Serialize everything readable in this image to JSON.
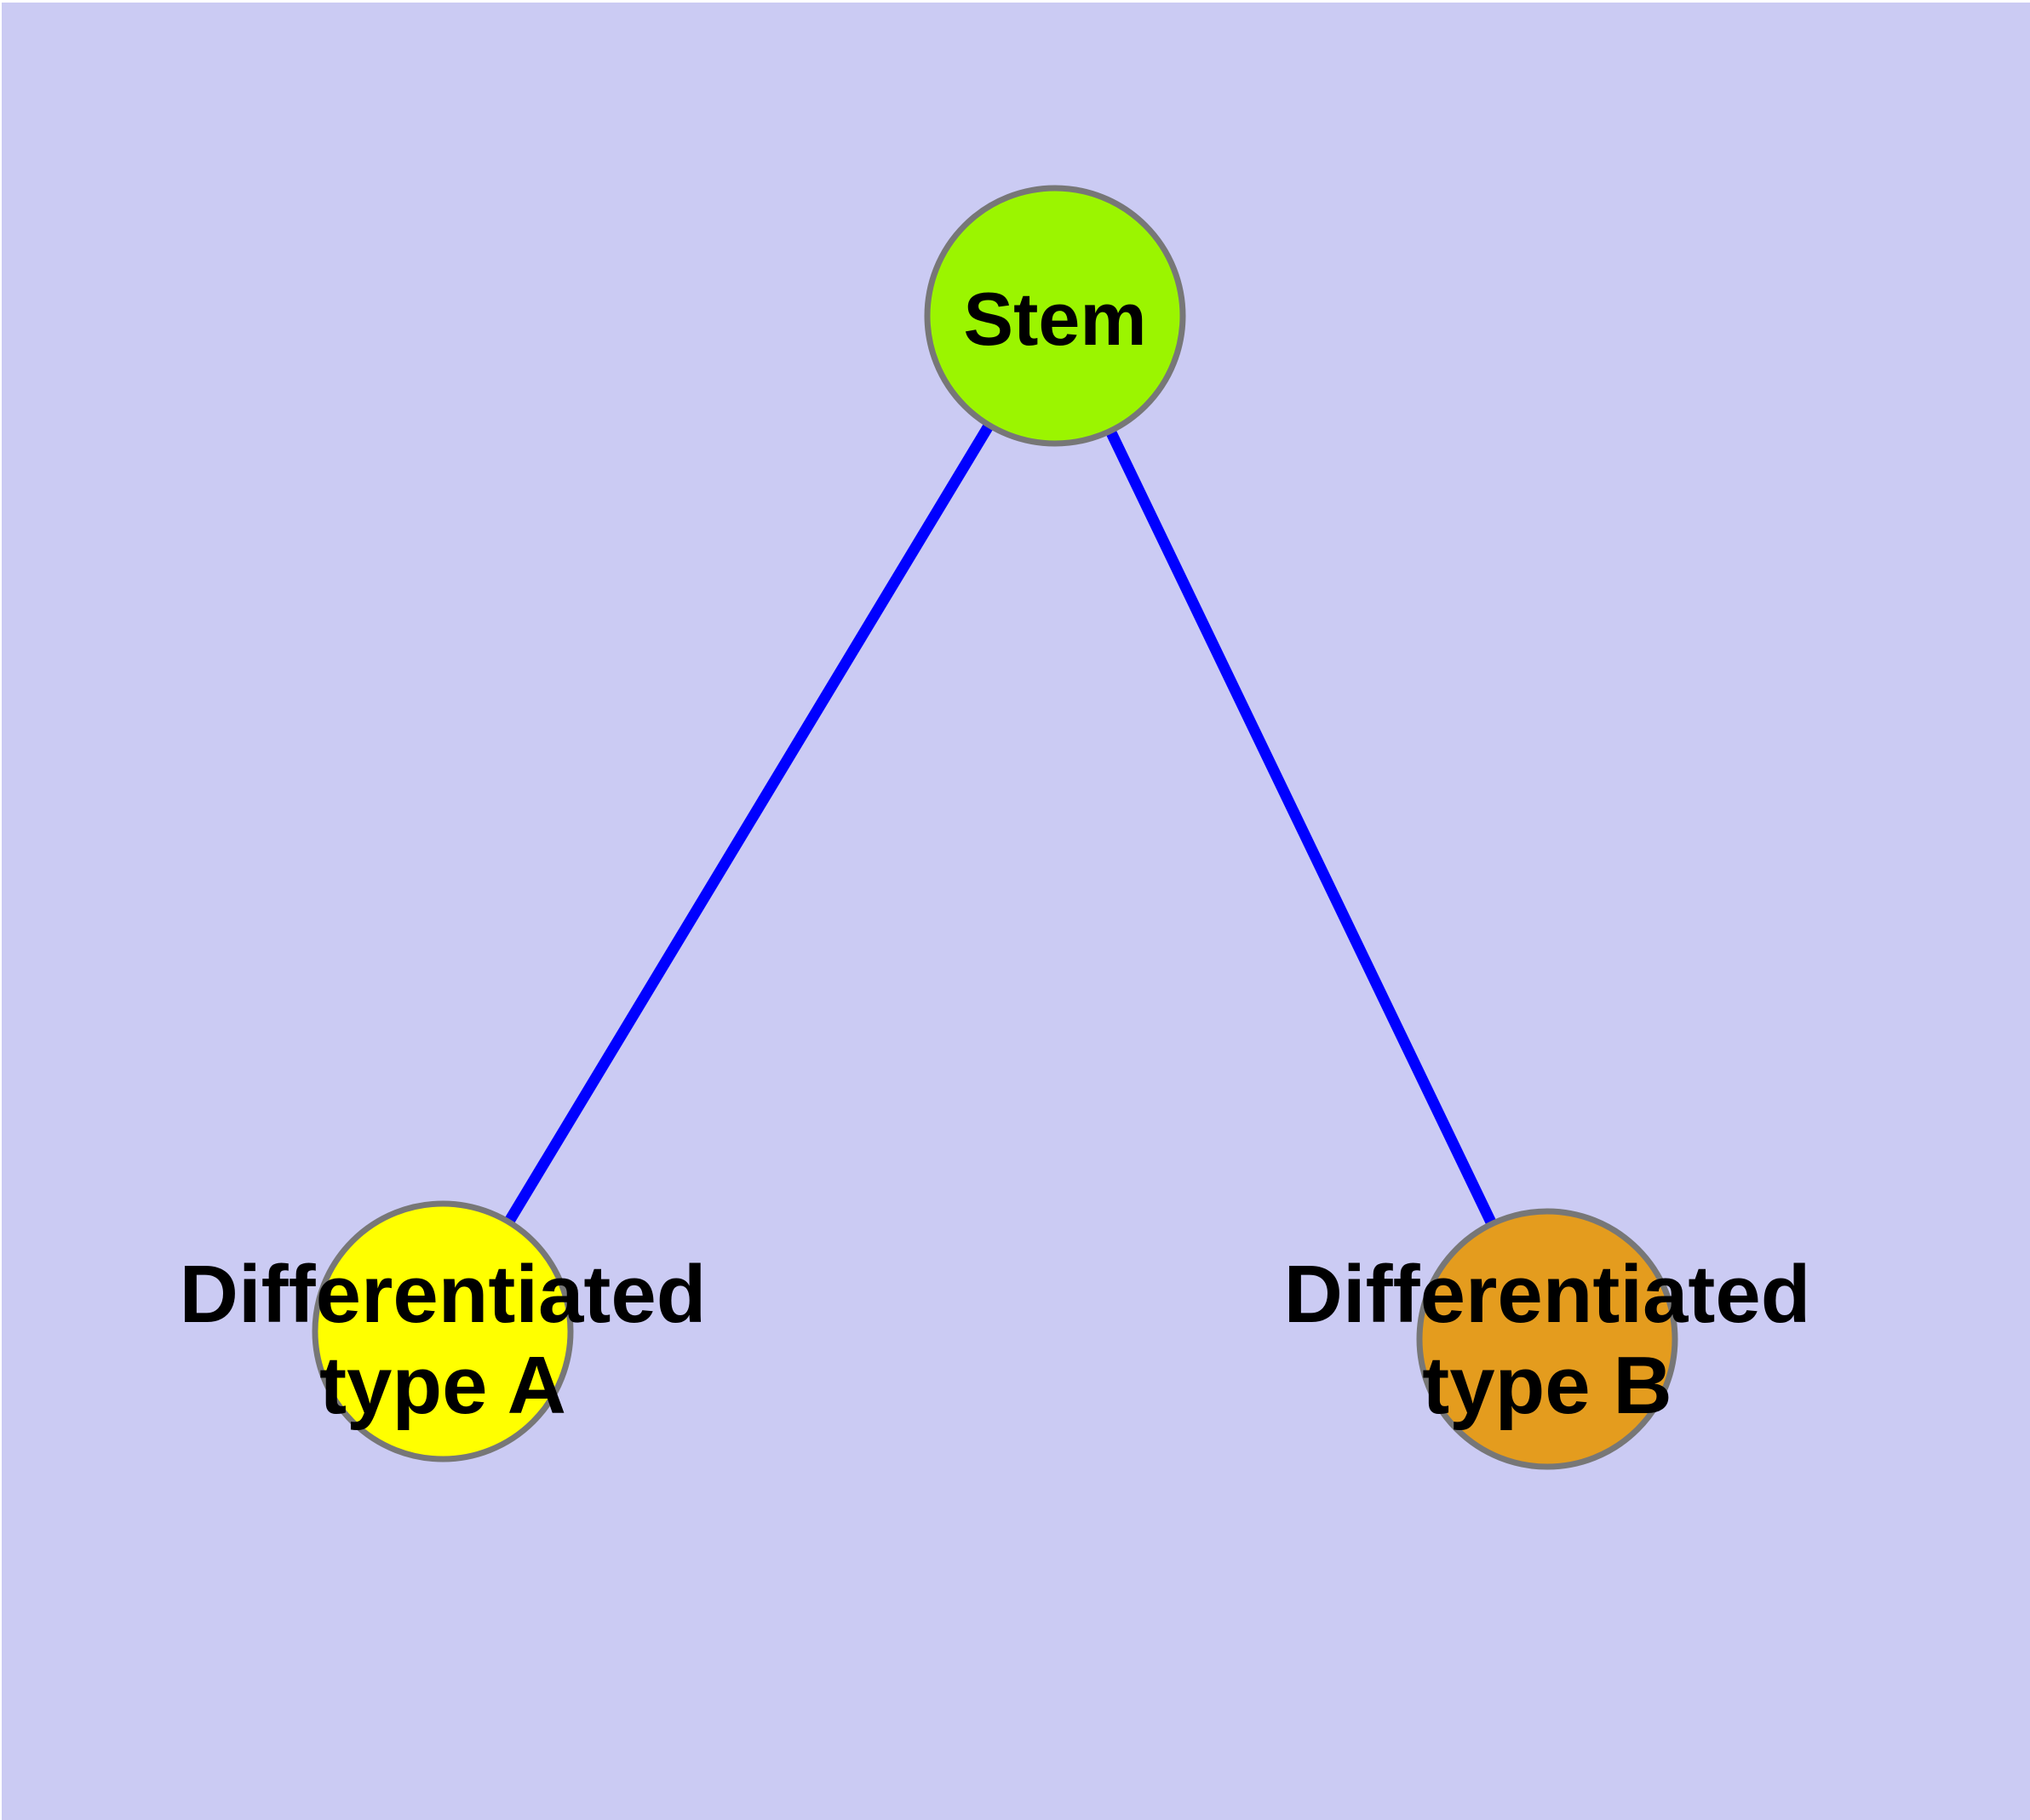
{
  "diagram": {
    "background_color": "#CBCBF3",
    "edge_color": "#0000FF",
    "node_border_color": "#777777",
    "label_color": "#000000",
    "nodes": [
      {
        "id": "stem",
        "label": "Stem",
        "color": "#9BF500"
      },
      {
        "id": "differentiated-type-a",
        "label": "Differentiated type A",
        "label_line1": "Differentiated",
        "label_line2": "type A",
        "color": "#FFFF00"
      },
      {
        "id": "differentiated-type-b",
        "label": "Differentiated type B",
        "label_line1": "Differentiated",
        "label_line2": "type B",
        "color": "#E49C1E"
      }
    ],
    "edges": [
      {
        "from": "Stem",
        "to": "Differentiated type A"
      },
      {
        "from": "Stem",
        "to": "Differentiated type B"
      }
    ]
  }
}
